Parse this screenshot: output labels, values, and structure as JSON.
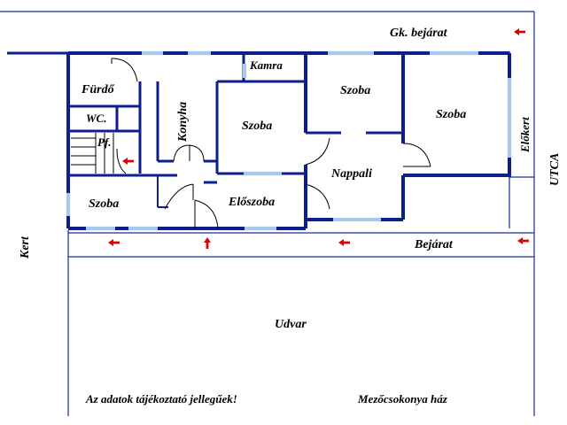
{
  "colors": {
    "wall": "#0e1e8c",
    "window": "#a8c8ec",
    "arrow": "#e00000",
    "text": "#000000",
    "background": "#ffffff"
  },
  "rooms": {
    "furdo": "Fürdő",
    "wc": "WC.",
    "pf": "Pf.",
    "konyha": "Konyha",
    "kamra": "Kamra",
    "szoba_mid": "Szoba",
    "szoba_top": "Szoba",
    "szoba_right": "Szoba",
    "szoba_left": "Szoba",
    "nappali": "Nappali",
    "eloszoba": "Előszoba",
    "elokert": "Előkert"
  },
  "outdoor": {
    "gk_bejarat": "Gk. bejárat",
    "bejarat": "Bejárat",
    "utca": "UTCA",
    "kert": "Kert",
    "udvar": "Udvar"
  },
  "notes": {
    "disclaimer": "Az adatok tájékoztató jellegűek!",
    "house_name": "Mezőcsokonya ház"
  },
  "icons": {
    "direction_arrow": "red-arrow-icon",
    "door": "door-swing-icon",
    "stairs": "stairs-icon"
  }
}
